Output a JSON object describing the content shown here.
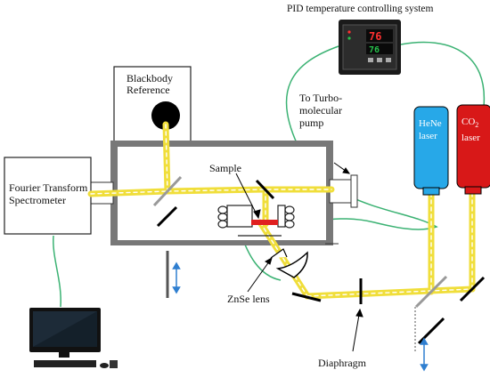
{
  "labels": {
    "pid": "PID temperature controlling system",
    "blackbody_1": "Blackbody",
    "blackbody_2": "Reference",
    "turbo_1": "To Turbo-",
    "turbo_2": "molecular",
    "turbo_3": "pump",
    "ft_1": "Fourier Transform",
    "ft_2": "Spectrometer",
    "sample": "Sample",
    "hene_1": "HeNe",
    "hene_2": "laser",
    "co2_main": "CO",
    "co2_sub": "2",
    "co2_2": "laser",
    "znse": "ZnSe lens",
    "diaphragm": "Diaphragm"
  },
  "controller": {
    "display_top": "76",
    "display_bottom": "76",
    "top_color": "#ff3030",
    "bottom_color": "#27c24c"
  },
  "colors": {
    "beam": "#f0de3a",
    "beam_dash": "#ffffff",
    "hene_body": "#27a8e8",
    "co2_body": "#d81818",
    "cable": "#3bb273",
    "sample": "#e02020",
    "chamber_border": "#777777",
    "arrow": "#2f7fd0"
  },
  "icons": [
    "computer-monitor-icon",
    "keyboard-icon",
    "mouse-icon",
    "speaker-icon",
    "blackbody-source-icon"
  ]
}
